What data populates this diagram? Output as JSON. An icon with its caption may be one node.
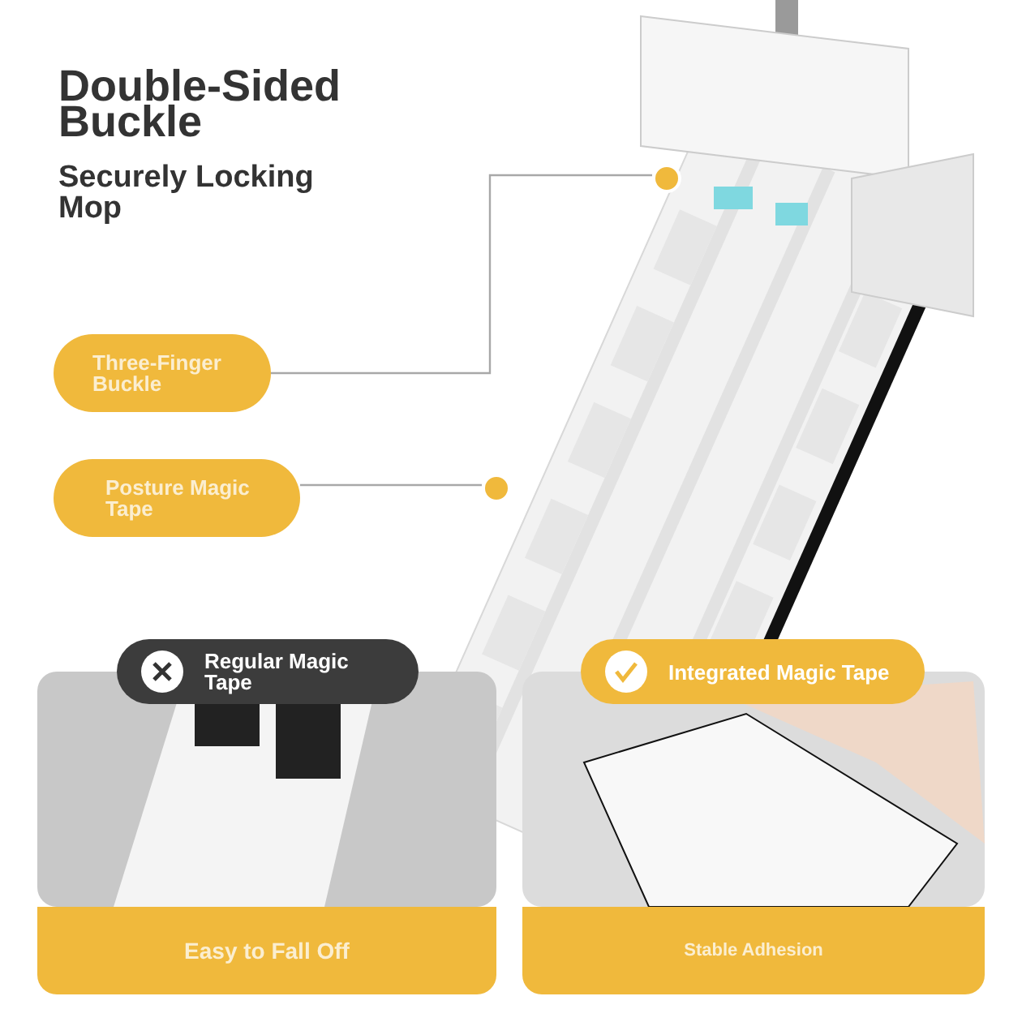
{
  "diagram": {
    "title": "Double-Sided Buckle",
    "nodes": [
      {
        "text": [
          "Three-Finger Buckle"
        ]
      },
      {
        "text": [],
        "shape": "circle"
      },
      {
        "text": [
          "Posture Magic Tape"
        ]
      },
      {
        "text": [],
        "shape": "circle"
      },
      {
        "text": [
          "Regular Magic Tape"
        ]
      },
      {
        "text": [
          "Easy to Fall Off"
        ]
      },
      {
        "text": [
          "Integrated Magic Tape"
        ]
      },
      {
        "text": [
          "Stable Adhesion"
        ]
      }
    ],
    "edges": [
      {
        "from": 0,
        "to": 1,
        "arrow": "none"
      },
      {
        "from": 2,
        "to": 3,
        "arrow": "none"
      }
    ],
    "labels": [
      "Securely Locking Mop"
    ]
  }
}
